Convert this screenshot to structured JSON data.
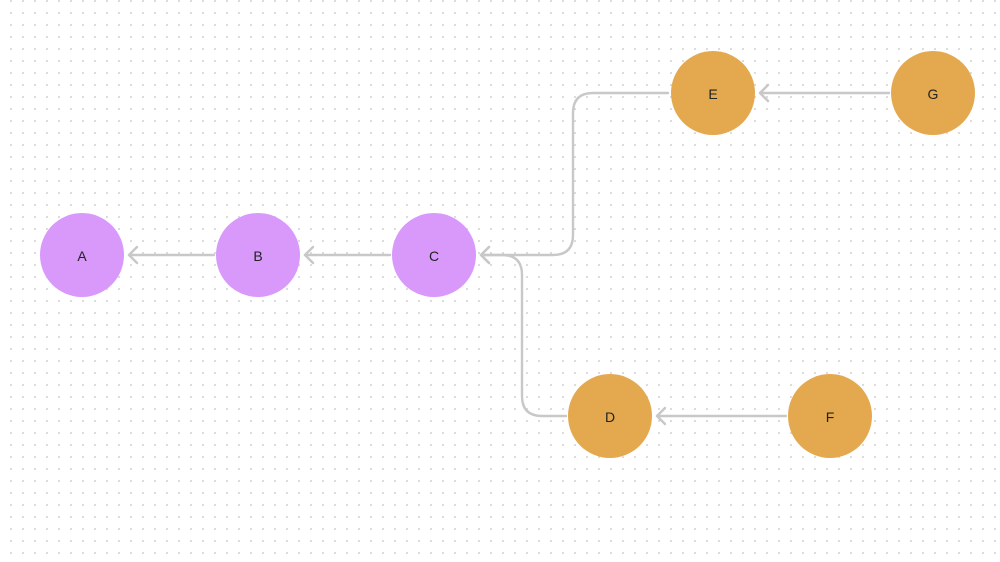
{
  "colors": {
    "group_purple": "#d899fb",
    "group_orange": "#e4a94e",
    "edge": "#c8c8c8",
    "label": "#222222"
  },
  "nodes": [
    {
      "id": "A",
      "label": "A",
      "group": "purple"
    },
    {
      "id": "B",
      "label": "B",
      "group": "purple"
    },
    {
      "id": "C",
      "label": "C",
      "group": "purple"
    },
    {
      "id": "D",
      "label": "D",
      "group": "orange"
    },
    {
      "id": "E",
      "label": "E",
      "group": "orange"
    },
    {
      "id": "F",
      "label": "F",
      "group": "orange"
    },
    {
      "id": "G",
      "label": "G",
      "group": "orange"
    }
  ],
  "edges": [
    {
      "from": "B",
      "to": "A"
    },
    {
      "from": "C",
      "to": "B"
    },
    {
      "from": "E",
      "to": "C"
    },
    {
      "from": "D",
      "to": "C"
    },
    {
      "from": "G",
      "to": "E"
    },
    {
      "from": "F",
      "to": "D"
    }
  ]
}
